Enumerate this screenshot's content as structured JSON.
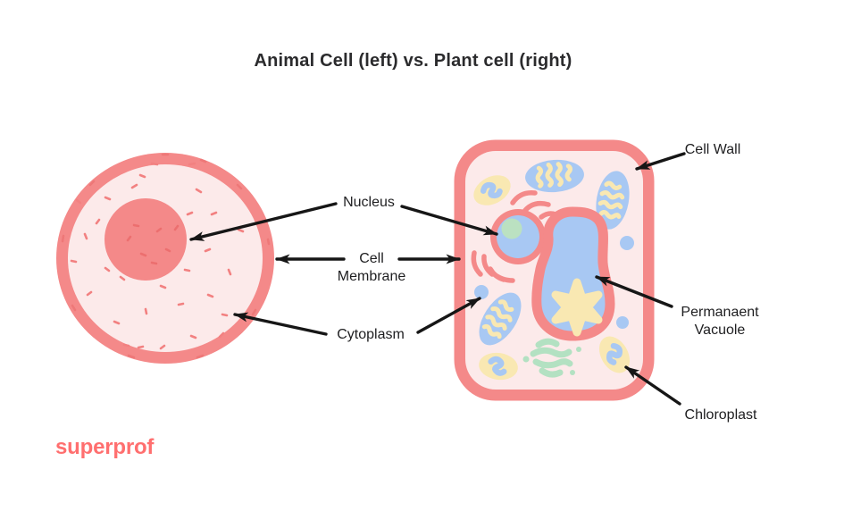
{
  "title": "Animal Cell (left) vs. Plant cell (right)",
  "brand": {
    "logo_text": "superprof"
  },
  "labels": {
    "nucleus": "Nucleus",
    "cell_membrane_line1": "Cell",
    "cell_membrane_line2": "Membrane",
    "cytoplasm": "Cytoplasm",
    "cell_wall": "Cell Wall",
    "permanent_vacuole_line1": "Permanaent",
    "permanent_vacuole_line2": "Vacuole",
    "chloroplast": "Chloroplast"
  },
  "palette": {
    "salmon": "#F48989",
    "cell_fill_pink": "#FCEAEA",
    "organelle_blue": "#A8C8F3",
    "organelle_yellow": "#F9E8B2",
    "nucleolus_green": "#BBE1C1",
    "golgi_green": "#B3E1C2",
    "brand_red": "#FF6F6F",
    "text_dark": "#2B2B2D",
    "arrow_black": "#161616"
  }
}
